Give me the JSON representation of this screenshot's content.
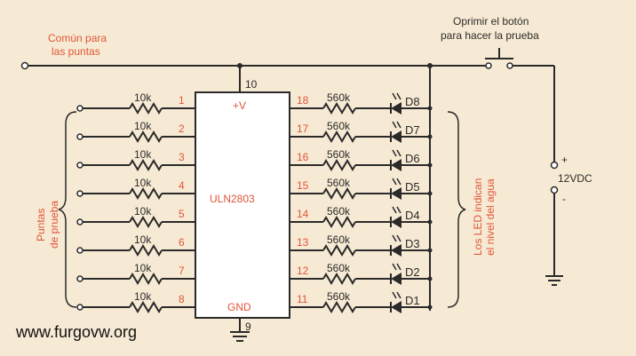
{
  "labels": {
    "common_line1": "Común para",
    "common_line2": "las puntas",
    "press_line1": "Oprimir el botón",
    "press_line2": "para hacer la prueba",
    "chip_name": "ULN2803",
    "chip_vplus": "+V",
    "chip_gnd": "GND",
    "pin_vplus": "10",
    "pin_gnd": "9",
    "probes_line1": "Puntas",
    "probes_line2": "de prueba",
    "leds_line1": "Los LED indican",
    "leds_line2": "el nivel del agua",
    "supply": "12VDC",
    "supply_plus": "+",
    "supply_minus": "-",
    "watermark": "www.furgovw.org"
  },
  "inputs": [
    {
      "resistor": "10k",
      "pin": "1"
    },
    {
      "resistor": "10k",
      "pin": "2"
    },
    {
      "resistor": "10k",
      "pin": "3"
    },
    {
      "resistor": "10k",
      "pin": "4"
    },
    {
      "resistor": "10k",
      "pin": "5"
    },
    {
      "resistor": "10k",
      "pin": "6"
    },
    {
      "resistor": "10k",
      "pin": "7"
    },
    {
      "resistor": "10k",
      "pin": "8"
    }
  ],
  "outputs": [
    {
      "pin": "18",
      "resistor": "560k",
      "led": "D8"
    },
    {
      "pin": "17",
      "resistor": "560k",
      "led": "D7"
    },
    {
      "pin": "16",
      "resistor": "560k",
      "led": "D6"
    },
    {
      "pin": "15",
      "resistor": "560k",
      "led": "D5"
    },
    {
      "pin": "14",
      "resistor": "560k",
      "led": "D4"
    },
    {
      "pin": "13",
      "resistor": "560k",
      "led": "D3"
    },
    {
      "pin": "12",
      "resistor": "560k",
      "led": "D2"
    },
    {
      "pin": "11",
      "resistor": "560k",
      "led": "D1"
    }
  ],
  "colors": {
    "background": "#f7ead4",
    "accent_text": "#e0553a",
    "ink": "#2a2a2a"
  }
}
